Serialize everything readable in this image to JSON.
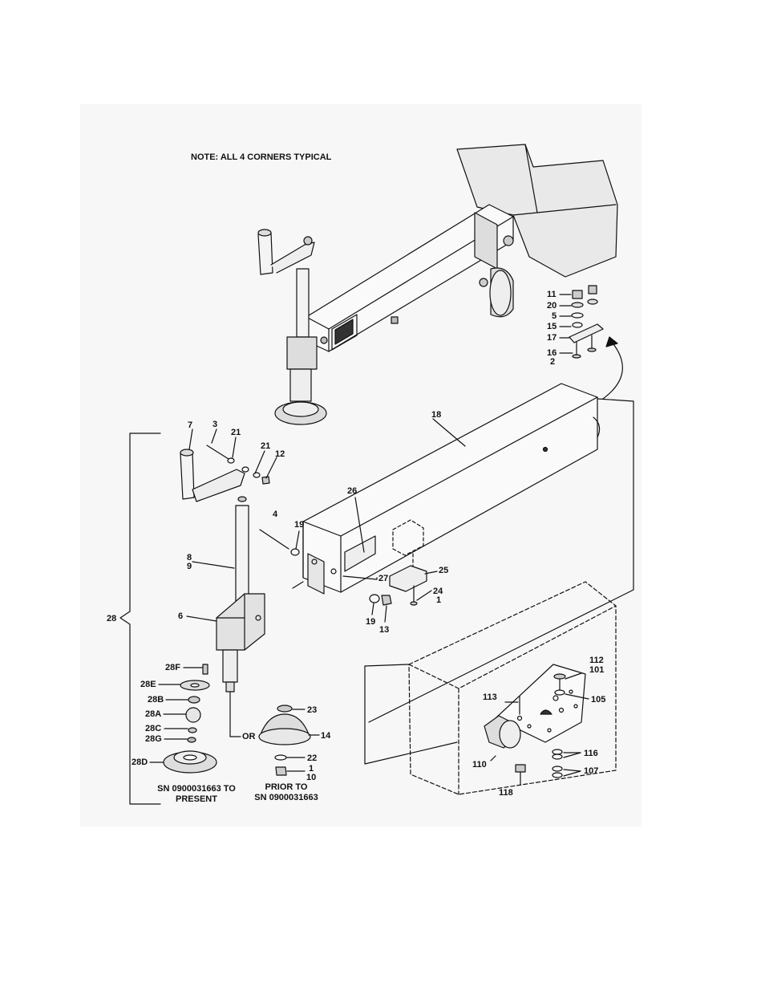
{
  "note": "NOTE: ALL 4 CORNERS TYPICAL",
  "callouts": {
    "c11": "11",
    "c20": "20",
    "c5": "5",
    "c15": "15",
    "c17": "17",
    "c16": "16",
    "c2": "2",
    "c7": "7",
    "c3": "3",
    "c21a": "21",
    "c21b": "21",
    "c12": "12",
    "c18": "18",
    "c26": "26",
    "c4": "4",
    "c19a": "19",
    "c8": "8",
    "c9": "9",
    "c27": "27",
    "c25": "25",
    "c24": "24",
    "c1a": "1",
    "c6": "6",
    "c19b": "19",
    "c13": "13",
    "c28": "28",
    "c28F": "28F",
    "c28E": "28E",
    "c28B": "28B",
    "c28A": "28A",
    "c28C": "28C",
    "c28G": "28G",
    "c28D": "28D",
    "cOR": "OR",
    "c23": "23",
    "c14": "14",
    "c22": "22",
    "c1b": "1",
    "c10": "10",
    "c112": "112",
    "c101": "101",
    "c113": "113",
    "c105": "105",
    "c110": "110",
    "c116": "116",
    "c107": "107",
    "c118": "118"
  },
  "captions": {
    "present_line1": "SN 0900031663 TO",
    "present_line2": "PRESENT",
    "prior_line1": "PRIOR TO",
    "prior_line2": "SN 0900031663"
  }
}
